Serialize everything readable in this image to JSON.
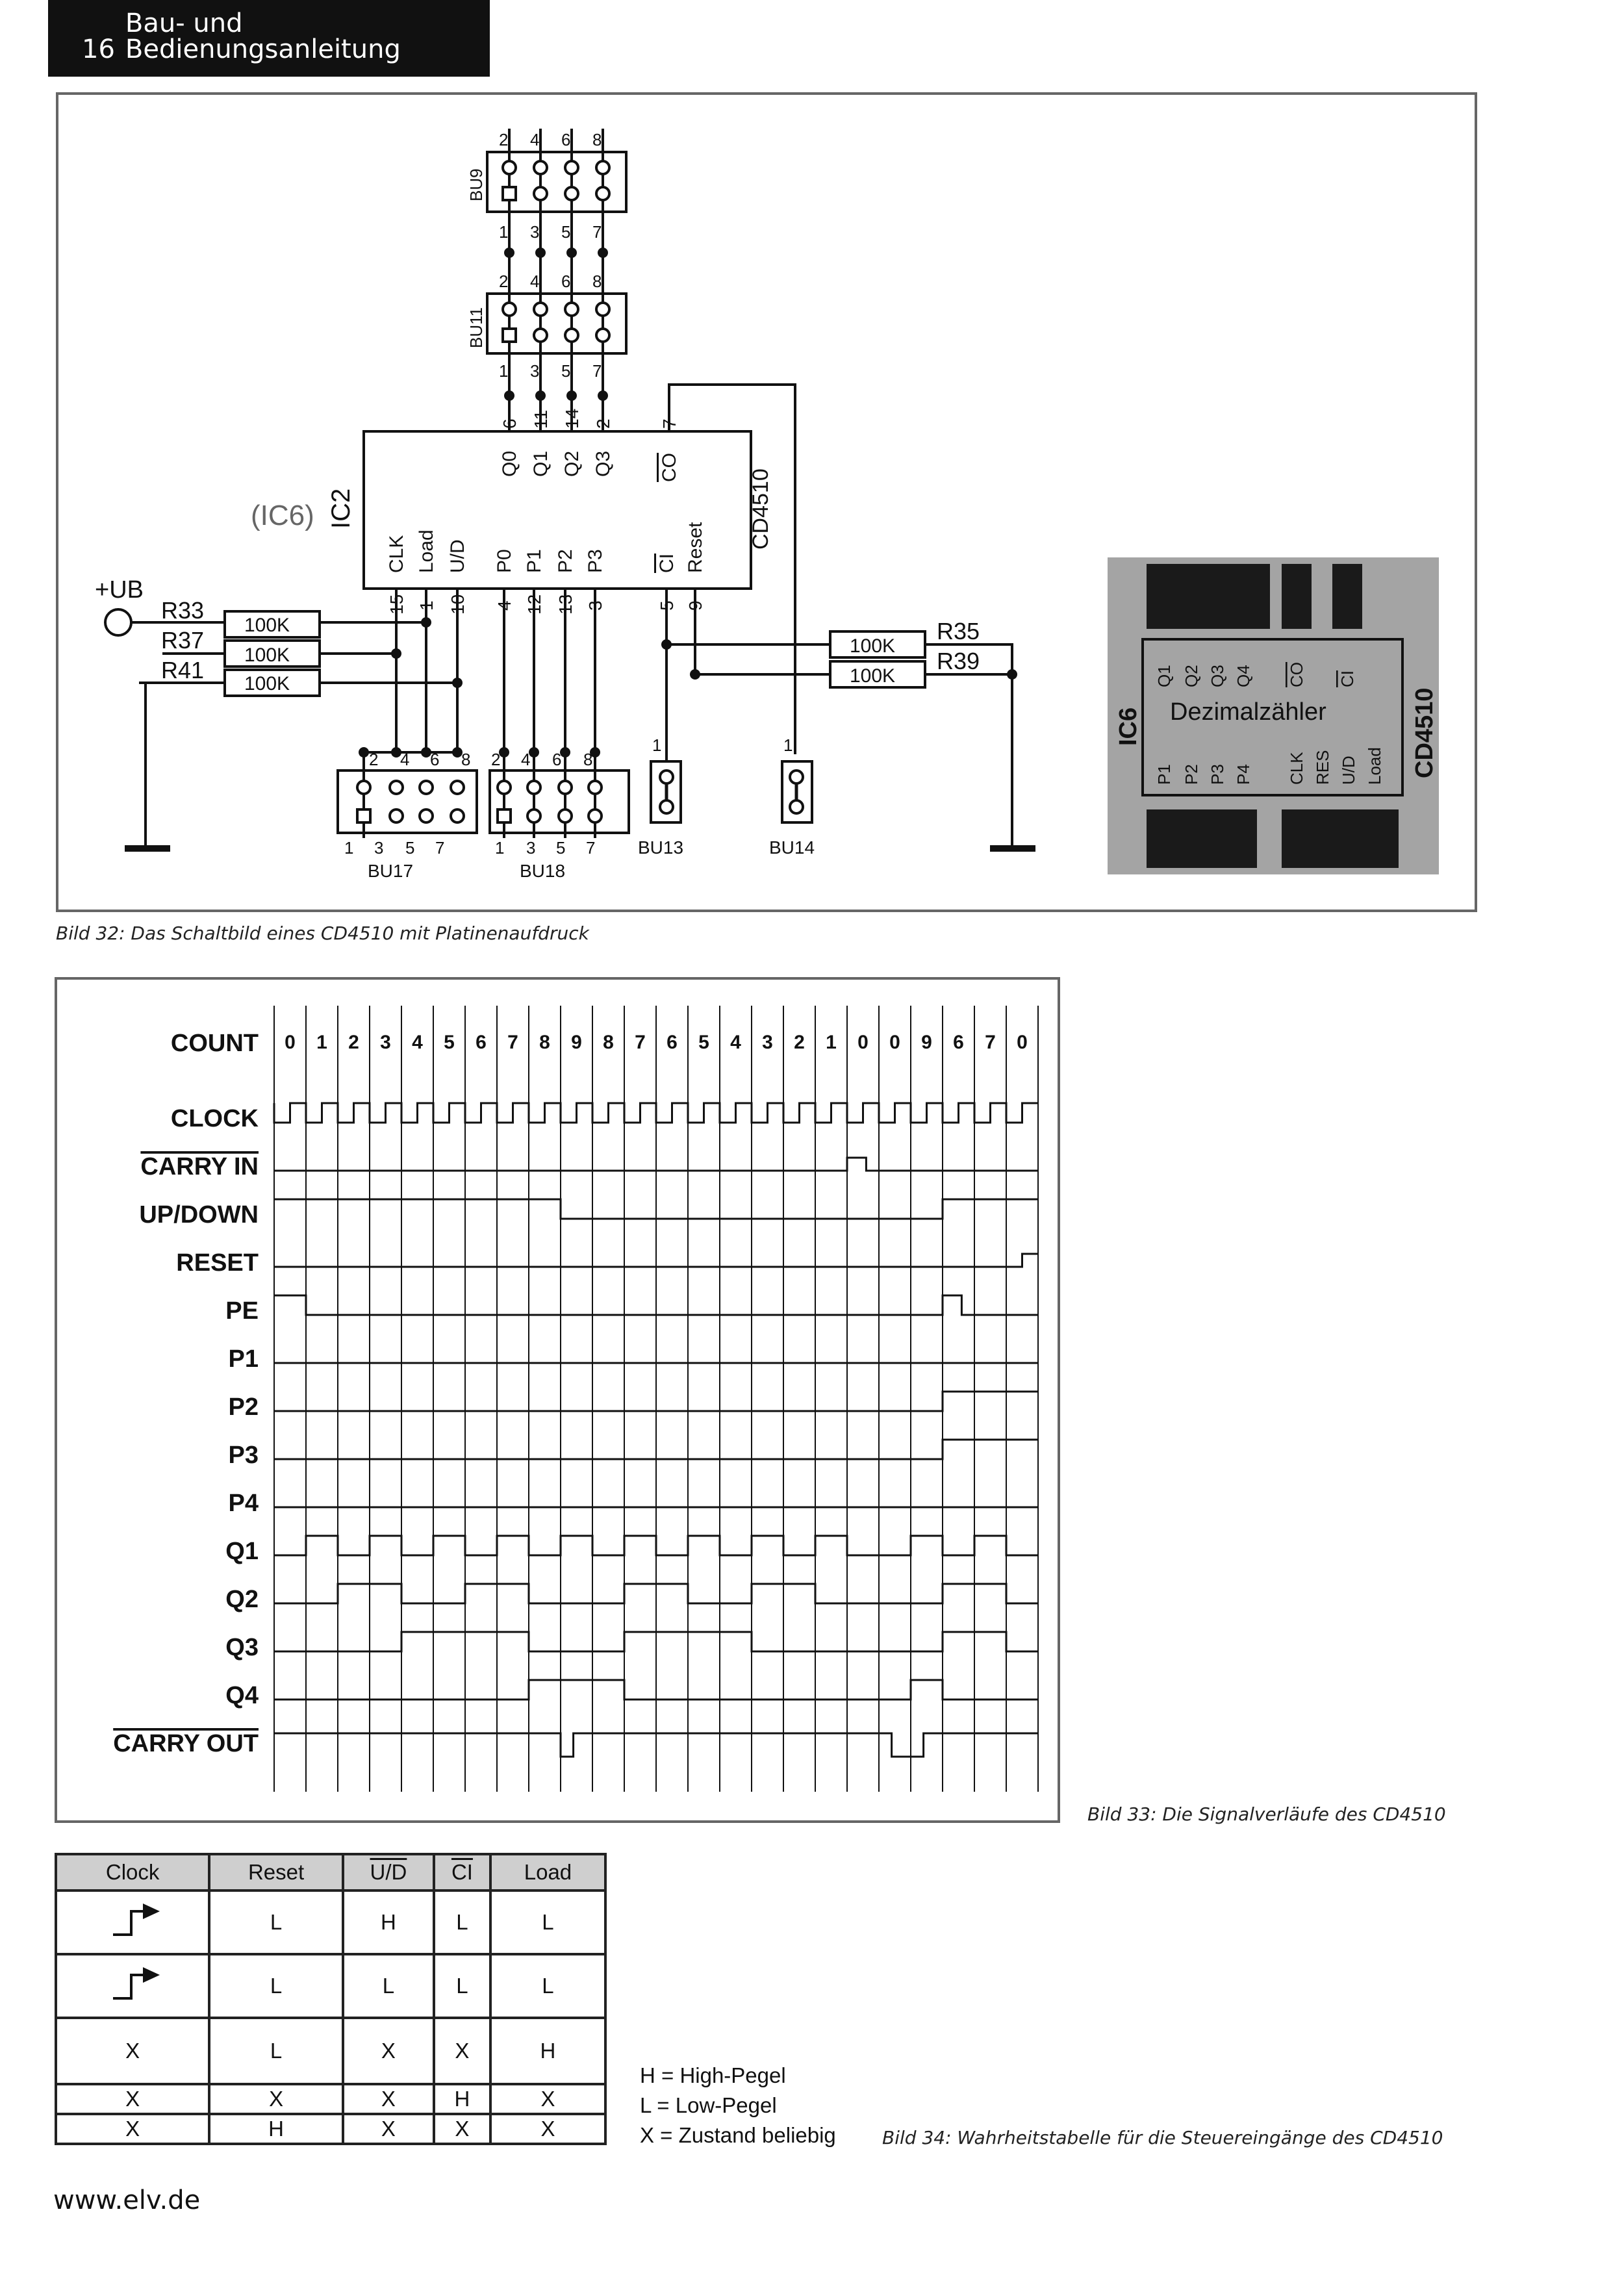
{
  "header": {
    "page_number": "16",
    "title": "Bau- und Bedienungsanleitung"
  },
  "schematic": {
    "caption": "Bild 32: Das Schaltbild eines CD4510 mit Platinenaufdruck",
    "ic_ref": "(IC6)",
    "ic_name": "IC2",
    "ic_type": "CD4510",
    "supply": "+UB",
    "resistors": [
      {
        "ref": "R33",
        "value": "100K"
      },
      {
        "ref": "R37",
        "value": "100K"
      },
      {
        "ref": "R41",
        "value": "100K"
      },
      {
        "ref": "R35",
        "value": "100K"
      },
      {
        "ref": "R39",
        "value": "100K"
      }
    ],
    "ic_top_pins": [
      {
        "label": "Q0",
        "num": "6"
      },
      {
        "label": "Q1",
        "num": "11"
      },
      {
        "label": "Q2",
        "num": "14"
      },
      {
        "label": "Q3",
        "num": "2"
      },
      {
        "label": "CO",
        "num": "7"
      }
    ],
    "ic_bottom_pins": [
      {
        "label": "CLK",
        "num": "15"
      },
      {
        "label": "Load",
        "num": "1"
      },
      {
        "label": "U/D",
        "num": "10"
      },
      {
        "label": "P0",
        "num": "4"
      },
      {
        "label": "P1",
        "num": "12"
      },
      {
        "label": "P2",
        "num": "13"
      },
      {
        "label": "P3",
        "num": "3"
      },
      {
        "label": "CI",
        "num": "5"
      },
      {
        "label": "Reset",
        "num": "9"
      }
    ],
    "connectors": [
      "BU9",
      "BU11",
      "BU17",
      "BU18",
      "BU13",
      "BU14"
    ],
    "header_pins_even": [
      "2",
      "4",
      "6",
      "8"
    ],
    "header_pins_odd": [
      "1",
      "3",
      "5",
      "7"
    ],
    "jumper_pin": "1"
  },
  "pcb_print": {
    "ref": "IC6",
    "name": "Dezimalzähler",
    "type": "CD4510",
    "top_labels": [
      "Q1",
      "Q2",
      "Q3",
      "Q4",
      "CO",
      "CI"
    ],
    "bottom_labels": [
      "P1",
      "P2",
      "P3",
      "P4",
      "CLK",
      "RES",
      "U/D",
      "Load"
    ]
  },
  "timing": {
    "caption": "Bild 33: Die Signalverläufe des CD4510",
    "count_label": "COUNT",
    "count": [
      "0",
      "1",
      "2",
      "3",
      "4",
      "5",
      "6",
      "7",
      "8",
      "9",
      "8",
      "7",
      "6",
      "5",
      "4",
      "3",
      "2",
      "1",
      "0",
      "0",
      "9",
      "6",
      "7",
      "0"
    ],
    "signals": [
      "CLOCK",
      "CARRY IN",
      "UP/DOWN",
      "RESET",
      "PE",
      "P1",
      "P2",
      "P3",
      "P4",
      "Q1",
      "Q2",
      "Q3",
      "Q4",
      "CARRY OUT"
    ]
  },
  "truth_table": {
    "caption": "Bild 34: Wahrheitstabelle für die Steuereingänge des CD4510",
    "headers": [
      "Clock",
      "Reset",
      "U/D",
      "CI",
      "Load"
    ],
    "rows": [
      [
        "",
        "L",
        "H",
        "L",
        "L"
      ],
      [
        "",
        "L",
        "L",
        "L",
        "L"
      ],
      [
        "X",
        "L",
        "X",
        "X",
        "H"
      ],
      [
        "X",
        "X",
        "X",
        "H",
        "X"
      ],
      [
        "X",
        "H",
        "X",
        "X",
        "X"
      ]
    ],
    "legend": [
      "H = High-Pegel",
      "L = Low-Pegel",
      "X = Zustand beliebig"
    ]
  },
  "footer": {
    "url": "www.elv.de"
  }
}
